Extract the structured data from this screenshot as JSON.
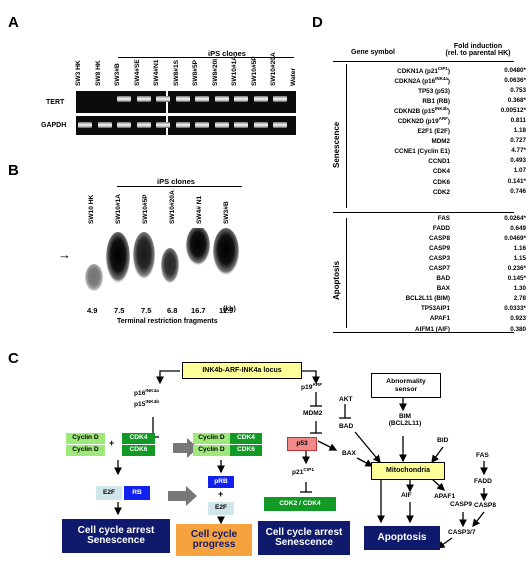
{
  "panels": {
    "a": "A",
    "b": "B",
    "c": "C",
    "d": "D"
  },
  "panel_a": {
    "group_label": "iPS clones",
    "lanes": [
      "SW3 HK",
      "SW8 HK",
      "SW3#B",
      "SW4#SE",
      "SW4#N1",
      "SW8#1S",
      "SW8#5P",
      "SW8#20I",
      "SW10#1A",
      "SW10#5P",
      "SW10#20A",
      "Water"
    ],
    "rows": [
      "TERT",
      "GAPDH"
    ]
  },
  "panel_b": {
    "group_label": "iPS clones",
    "lanes": [
      "SW10 HK",
      "SW10#1A",
      "SW10#5P",
      "SW10#20A",
      "SW4# N1",
      "SW3#B"
    ],
    "values": [
      "4.9",
      "7.5",
      "7.5",
      "6.8",
      "16.7",
      "11.9"
    ],
    "unit": "(kb)",
    "caption": "Terminal restriction fragments",
    "arrow": "→"
  },
  "panel_c": {
    "locus": "INK4b-ARF-INK4a locus",
    "p16": "p16",
    "p16_sup": "INK4a",
    "p15": "p15",
    "p15_sup": "INK4b",
    "p19": "p19",
    "p19_sup": "ARF",
    "mdm2": "MDM2",
    "p53": "p53",
    "p21": "p21",
    "p21_sup": "CIP1",
    "cyclin": "Cyclin D",
    "plus": "+",
    "cdk4": "CDK4",
    "cdk6": "CDK6",
    "e2f": "E2F",
    "rb": "RB",
    "prb": "pRB",
    "cdk24": "CDK2 / CDK4",
    "arrest1_l1": "Cell cycle arrest",
    "arrest1_l2": "Senescence",
    "progress_l1": "Cell cycle",
    "progress_l2": "progress",
    "arrest2_l1": "Cell cycle arrest",
    "arrest2_l2": "Senescence",
    "akt": "AKT",
    "bad": "BAD",
    "sensor_l1": "Abnormality",
    "sensor_l2": "sensor",
    "bim_l1": "BIM",
    "bim_l2": "(BCL2L11)",
    "bid": "BID",
    "bax": "BAX",
    "mito": "Mitochondria",
    "aif": "AIF",
    "apaf1": "APAF1",
    "casp9": "CASP9",
    "casp37": "CASP3/7",
    "fas": "FAS",
    "fadd": "FADD",
    "casp8": "CASP8",
    "apoptosis": "Apoptosis"
  },
  "panel_d": {
    "header_gene": "Gene symbol",
    "header_fold_l1": "Fold induction",
    "header_fold_l2": "(rel. to parental HK)",
    "senescence_label": "Senescence",
    "apoptosis_label": "Apoptosis",
    "senescence": [
      {
        "gene": "CDKN1A (p21",
        "sup": "CIP1",
        "tail": ")",
        "value": "0.0480*"
      },
      {
        "gene": "CDKN2A (p16",
        "sup": "INK4a",
        "tail": ")",
        "value": "0.0636*"
      },
      {
        "gene": "TP53 (p53)",
        "sup": "",
        "tail": "",
        "value": "0.753"
      },
      {
        "gene": "RB1 (RB)",
        "sup": "",
        "tail": "",
        "value": "0.368*"
      },
      {
        "gene": "CDKN2B (p15",
        "sup": "INK4b",
        "tail": ")",
        "value": "0.00512*"
      },
      {
        "gene": "CDKN2D (p19",
        "sup": "ARF",
        "tail": ")",
        "value": "0.811"
      },
      {
        "gene": "E2F1 (E2F)",
        "sup": "",
        "tail": "",
        "value": "1.18"
      },
      {
        "gene": "MDM2",
        "sup": "",
        "tail": "",
        "value": "0.727"
      },
      {
        "gene": "CCNE1 (Cyclin E1)",
        "sup": "",
        "tail": "",
        "value": "4.77*"
      },
      {
        "gene": "CCND1",
        "sup": "",
        "tail": "",
        "value": "0.493"
      },
      {
        "gene": "CDK4",
        "sup": "",
        "tail": "",
        "value": "1.07"
      },
      {
        "gene": "CDK6",
        "sup": "",
        "tail": "",
        "value": "0.141*"
      },
      {
        "gene": "CDK2",
        "sup": "",
        "tail": "",
        "value": "0.746"
      }
    ],
    "apoptosis": [
      {
        "gene": "FAS",
        "value": "0.0264*"
      },
      {
        "gene": "FADD",
        "value": "0.649"
      },
      {
        "gene": "CASP8",
        "value": "0.0469*"
      },
      {
        "gene": "CASP9",
        "value": "1.16"
      },
      {
        "gene": "CASP3",
        "value": "1.15"
      },
      {
        "gene": "CASP7",
        "value": "0.236*"
      },
      {
        "gene": "BAD",
        "value": "0.145*"
      },
      {
        "gene": "BAX",
        "value": "1.30"
      },
      {
        "gene": "BCL2L11 (BIM)",
        "value": "2.78"
      },
      {
        "gene": "TP53AIP1",
        "value": "0.0333*"
      },
      {
        "gene": "APAF1",
        "value": "0.923"
      },
      {
        "gene": "AIFM1 (AIF)",
        "value": "0.380"
      }
    ]
  },
  "colors": {
    "cyclin": "#9fe87a",
    "cdk": "#119a24",
    "e2f": "#cfe7ea",
    "rb": "#1222ee",
    "arrest": "#101a6c",
    "progress": "#f6a23f",
    "p53": "#f08a8a",
    "locus": "#ffff99",
    "mitochondria": "#ffff99"
  }
}
